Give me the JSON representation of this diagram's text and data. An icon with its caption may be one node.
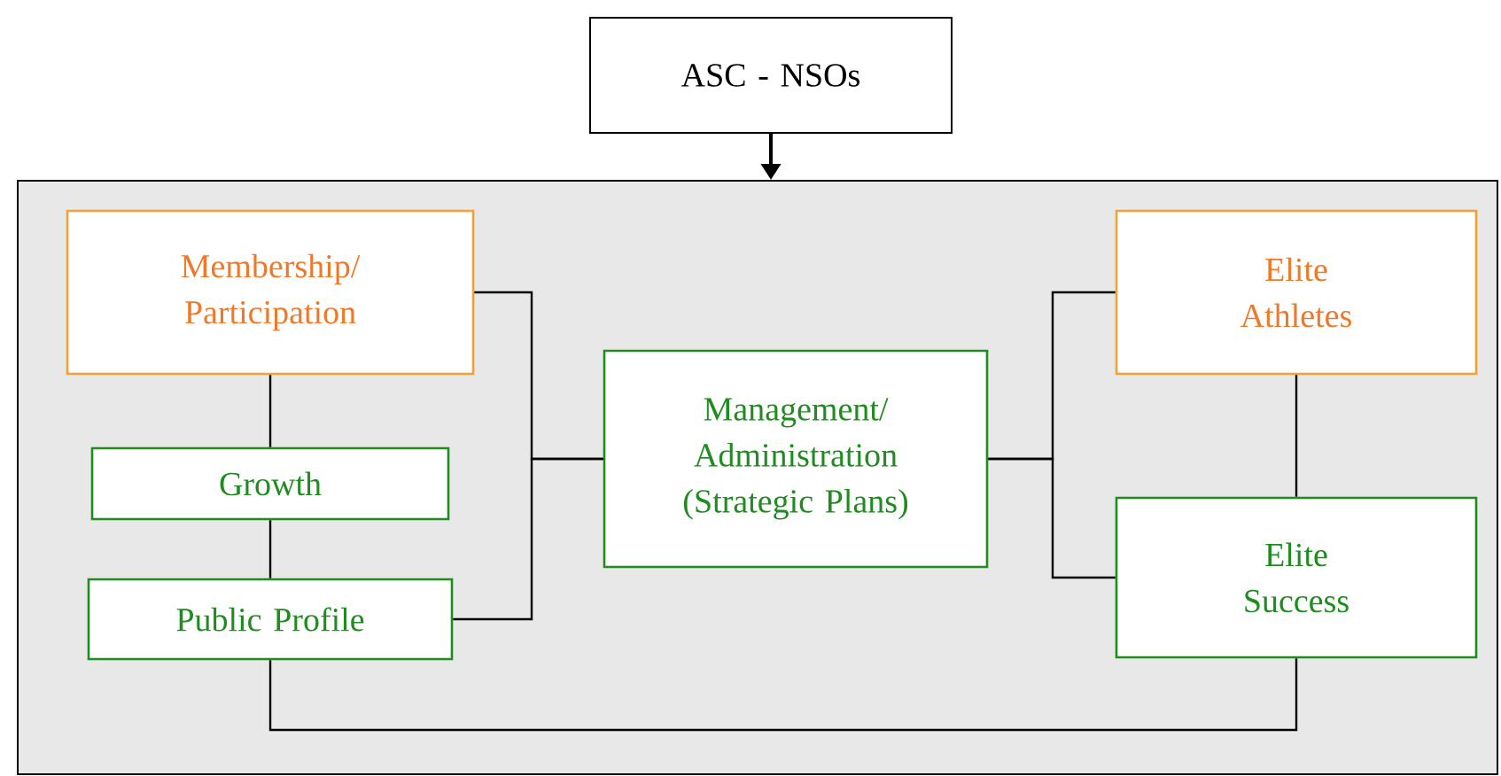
{
  "diagram": {
    "nodes": [
      {
        "text": [
          "ASC - NSOs"
        ]
      },
      {
        "text": [],
        "shape": "box"
      },
      {
        "text": [
          "Membership/ Participation"
        ],
        "in": 1
      },
      {
        "text": [
          "Elite Athletes"
        ],
        "in": 1
      },
      {
        "text": [
          "Growth"
        ],
        "in": 1
      },
      {
        "text": [
          "Management/ Administration (Strategic Plans)"
        ],
        "in": 1
      },
      {
        "text": [
          "Elite Success"
        ],
        "in": 1
      },
      {
        "text": [
          "Public Profile"
        ],
        "in": 1
      }
    ],
    "edges": [
      {
        "from": 0,
        "to": 1,
        "arrow": "to"
      },
      {
        "from": 2,
        "to": 4,
        "arrow": "none"
      },
      {
        "from": 4,
        "to": 7,
        "arrow": "none"
      },
      {
        "from": 2,
        "to": 5,
        "arrow": "none"
      },
      {
        "from": 7,
        "to": 5,
        "arrow": "none"
      },
      {
        "from": 5,
        "to": 3,
        "arrow": "none"
      },
      {
        "from": 5,
        "to": 6,
        "arrow": "none"
      },
      {
        "from": 3,
        "to": 6,
        "arrow": "none"
      },
      {
        "from": 7,
        "to": 6,
        "arrow": "none"
      }
    ]
  }
}
